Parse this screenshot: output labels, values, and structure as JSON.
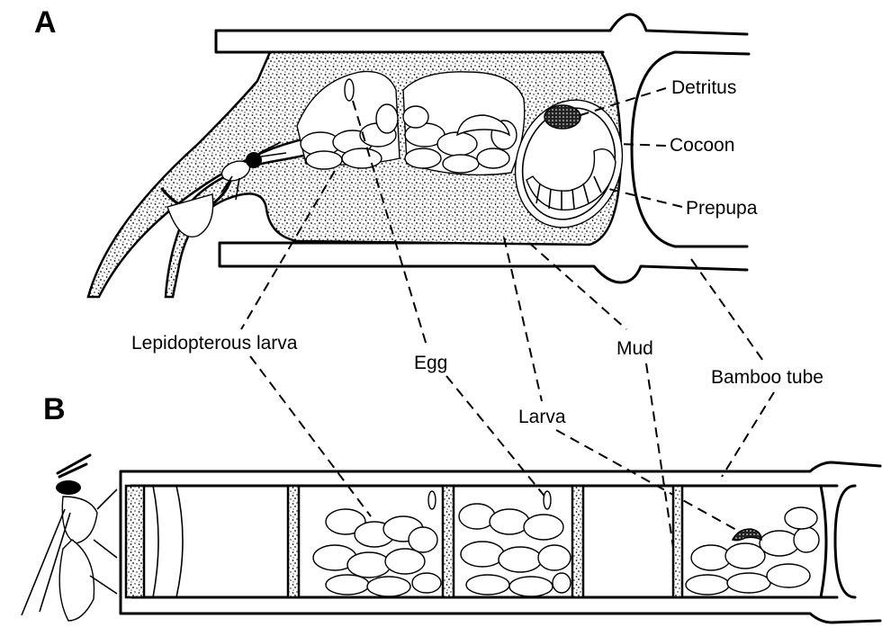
{
  "panels": {
    "a": "A",
    "b": "B"
  },
  "labels": {
    "detritus": "Detritus",
    "cocoon": "Cocoon",
    "prepupa": "Prepupa",
    "lepidopterous_larva": "Lepidopterous larva",
    "egg": "Egg",
    "mud": "Mud",
    "larva": "Larva",
    "bamboo_tube": "Bamboo tube"
  }
}
